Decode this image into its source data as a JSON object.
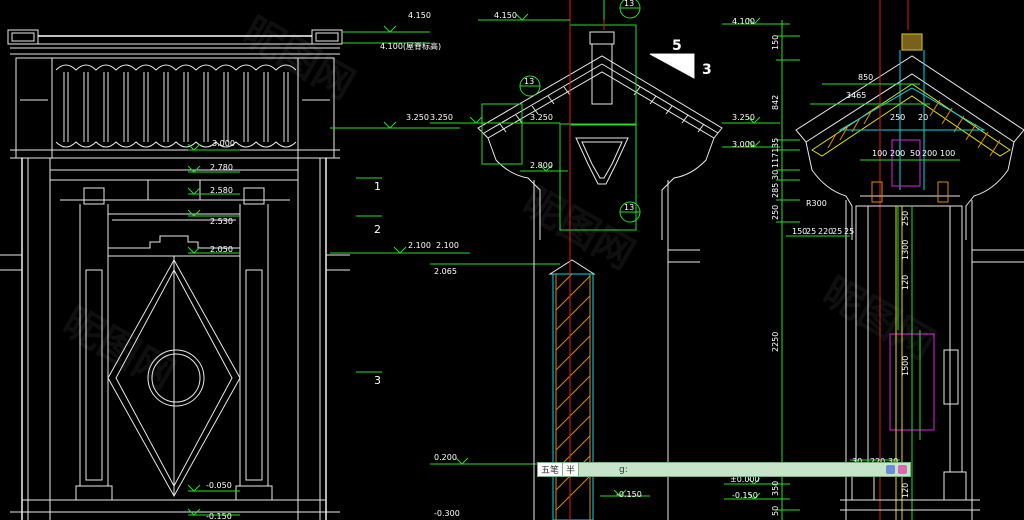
{
  "drawing": {
    "elevation_labels": {
      "e4150a": "4.150",
      "e4100": "4.100(屋脊标高)",
      "e3250a": "3.250",
      "e3250b": "3.250",
      "e3250c": "3.250",
      "e3250d": "3.250",
      "e3000a": "3.000",
      "e3000b": "3.000",
      "e2780": "2.780",
      "e2580": "2.580",
      "e2530": "2.530",
      "e2050": "2.050",
      "e2100a": "2.100",
      "e2100b": "2.100",
      "e2065": "2.065",
      "e2800": "2.800",
      "e4150b": "4.150",
      "e4100b": "4.100",
      "e0200": "0.200",
      "em0050": "-0.050",
      "em0150a": "-0.150",
      "em0300": "-0.300",
      "e0000": "±0.000",
      "em0150b": "-0.150",
      "em0150c": "-0.150"
    },
    "section_marks": [
      "1",
      "2",
      "3"
    ],
    "detail_refs": [
      "13",
      "13",
      "13"
    ],
    "slope": {
      "rise": "5",
      "run": "3"
    },
    "dims_right": [
      "150",
      "842",
      "35",
      "1171",
      "30",
      "285",
      "250",
      "2250",
      "350",
      "50"
    ],
    "dims_roof": [
      "850",
      "3465",
      "250",
      "20",
      "100",
      "200",
      "50",
      "200",
      "100"
    ],
    "dims_base": [
      "R300",
      "150",
      "25",
      "220",
      "25",
      "25"
    ],
    "dims_inner": [
      "250",
      "1300",
      "120",
      "1500",
      "30",
      "220",
      "30",
      "120"
    ],
    "watermark": "昵图网"
  },
  "ime_bar": {
    "mode_label": "五笔",
    "half_label": "半",
    "input_value": "g:"
  }
}
